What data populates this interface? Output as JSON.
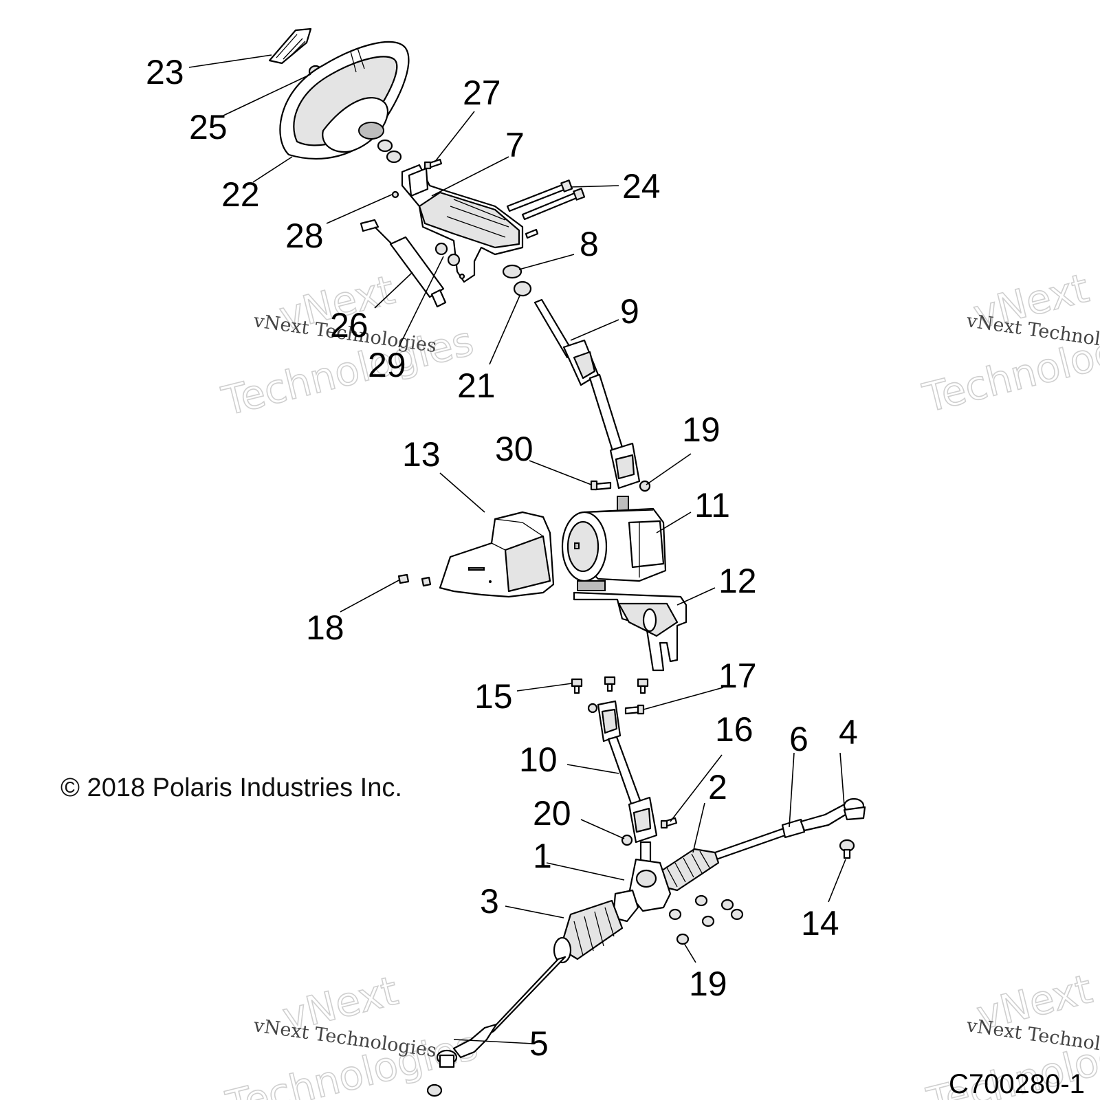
{
  "figure_id": "C700280-1",
  "copyright": "© 2018 Polaris Industries Inc.",
  "watermark": {
    "line1": "vNext Technologies",
    "line2": "vNext",
    "line3": "Technologies"
  },
  "callouts": {
    "c1": "1",
    "c2": "2",
    "c3": "3",
    "c4": "4",
    "c5": "5",
    "c6": "6",
    "c7": "7",
    "c8": "8",
    "c9": "9",
    "c10": "10",
    "c11": "11",
    "c12": "12",
    "c13": "13",
    "c14": "14",
    "c15": "15",
    "c16": "16",
    "c17": "17",
    "c18": "18",
    "c19a": "19",
    "c19b": "19",
    "c20": "20",
    "c21": "21",
    "c22": "22",
    "c23": "23",
    "c24": "24",
    "c25": "25",
    "c26": "26",
    "c27": "27",
    "c28": "28",
    "c29": "29",
    "c30": "30"
  }
}
